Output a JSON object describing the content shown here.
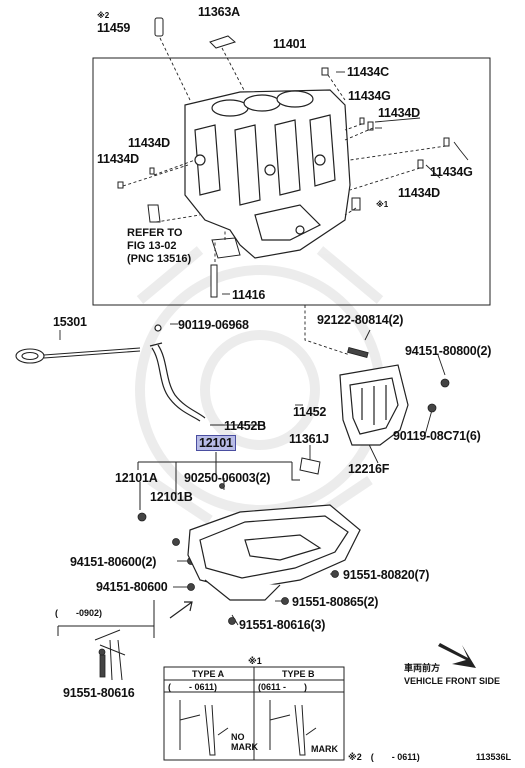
{
  "labels": {
    "n11459": "11459",
    "n11459_note": "※2",
    "n11363A": "11363A",
    "n11401": "11401",
    "n11434C": "11434C",
    "n11434G_top": "11434G",
    "n11434D_top_r": "11434D",
    "n11434D_left_a": "11434D",
    "n11434D_left_b": "11434D",
    "n11434G_r": "11434G",
    "n11434D_r": "11434D",
    "note1": "※1",
    "n11416": "11416",
    "n15301": "15301",
    "n90119_06968": "90119-06968",
    "n92122": "92122-80814(2)",
    "n94151_80800": "94151-80800(2)",
    "n11452": "11452",
    "n11452B": "11452B",
    "n12101": "12101",
    "n11361J": "11361J",
    "n90119_08C71": "90119-08C71(6)",
    "n12216F": "12216F",
    "n12101A": "12101A",
    "n90250": "90250-06003(2)",
    "n12101B": "12101B",
    "n94151_80600_2": "94151-80600(2)",
    "n94151_80600": "94151-80600",
    "n91551_80820": "91551-80820(7)",
    "n91551_80865": "91551-80865(2)",
    "n91551_80616_3": "91551-80616(3)",
    "n91551_80616": "91551-80616",
    "date_0902": "(　　-0902)",
    "note1_bottom": "※1",
    "front_jp": "車両前方",
    "front_en": "VEHICLE FRONT SIDE",
    "note2_bottom": "※2　(　　- 0611)",
    "page_id": "113536L"
  },
  "refer": {
    "line1": "REFER TO",
    "line2": "FIG 13-02",
    "line3": "(PNC 13516)"
  },
  "types": {
    "a_title": "TYPE A",
    "a_date": "(　　- 0611)",
    "a_mark1": "NO",
    "a_mark2": "MARK",
    "b_title": "TYPE B",
    "b_date": "(0611 -　　)",
    "b_mark": "MARK"
  }
}
